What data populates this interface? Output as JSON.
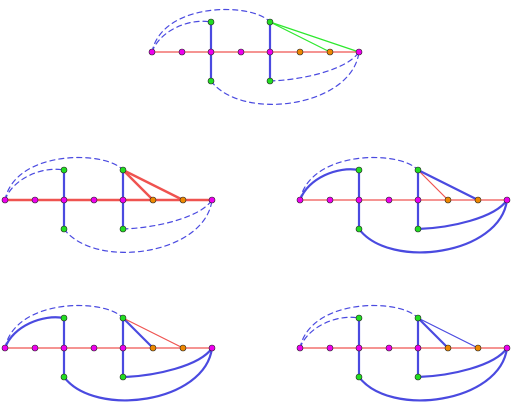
{
  "colors": {
    "background": "#ffffff",
    "spine": "#ef5350",
    "spine_bold": "#ef5350",
    "blue": "#4a4ae0",
    "green": "#2ee82e",
    "dashed": "#4a4ae0",
    "node_magenta": "#ee00ee",
    "node_green": "#22dd22",
    "node_orange": "#ee8800",
    "node_stroke": "#222222"
  },
  "panels": [
    {
      "id": "top",
      "variant": "original"
    },
    {
      "id": "middle-left",
      "variant": "red-heavy"
    },
    {
      "id": "middle-right",
      "variant": "blue-arcs"
    },
    {
      "id": "bottom-left",
      "variant": "blue-arcs-2"
    },
    {
      "id": "bottom-right",
      "variant": "blue-arcs-3"
    }
  ]
}
